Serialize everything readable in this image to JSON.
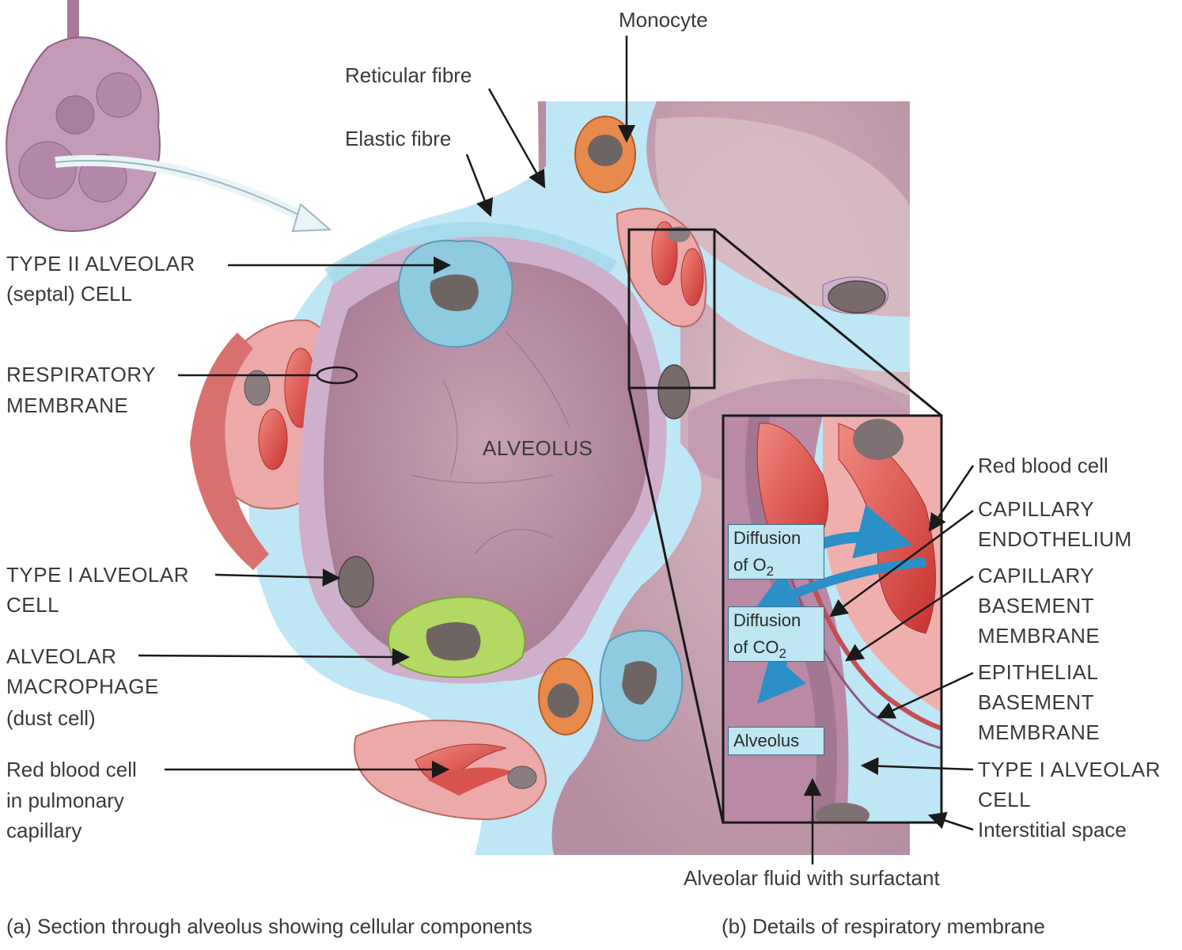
{
  "labels": {
    "monocyte": "Monocyte",
    "reticular_fibre": "Reticular fibre",
    "elastic_fibre": "Elastic fibre",
    "type2_line1": "TYPE II ALVEOLAR",
    "type2_line2": "(septal) CELL",
    "resp_membrane_line1": "RESPIRATORY",
    "resp_membrane_line2": "MEMBRANE",
    "alveolus": "ALVEOLUS",
    "type1_line1": "TYPE I ALVEOLAR",
    "type1_line2": "CELL",
    "macrophage_line1": "ALVEOLAR",
    "macrophage_line2": "MACROPHAGE",
    "macrophage_line3": "(dust cell)",
    "rbc_cap_line1": "Red blood cell",
    "rbc_cap_line2": "in pulmonary",
    "rbc_cap_line3": "capillary",
    "rbc_right": "Red blood cell",
    "cap_endo_line1": "CAPILLARY",
    "cap_endo_line2": "ENDOTHELIUM",
    "cap_base_line1": "CAPILLARY",
    "cap_base_line2": "BASEMENT",
    "cap_base_line3": "MEMBRANE",
    "epi_base_line1": "EPITHELIAL",
    "epi_base_line2": "BASEMENT",
    "epi_base_line3": "MEMBRANE",
    "type1_right_line1": "TYPE I ALVEOLAR",
    "type1_right_line2": "CELL",
    "interstitial": "Interstitial space",
    "alveolar_fluid": "Alveolar fluid with surfactant"
  },
  "inset_boxes": {
    "diffusion": "Diffusion",
    "of_o": "of O",
    "o_sub": "2",
    "of_co": "of CO",
    "co_sub": "2",
    "alveolus": "Alveolus"
  },
  "captions": {
    "a": "(a) Section through alveolus showing cellular components",
    "b": "(b) Details of respiratory membrane"
  },
  "colors": {
    "interstitium": "#b9e3f2",
    "alveolar_wall": "#c9a9c8",
    "alveolus_fill": "#bf98ab",
    "rbc": "#e0544f",
    "capillary": "#e8a5a3",
    "type2_cell": "#8fcbe0",
    "macrophage": "#b4d864",
    "monocyte": "#e88a4c",
    "nucleus": "#6e6563",
    "diffusion_arrow": "#2b8fc8",
    "outline": "#1a1a1a"
  }
}
